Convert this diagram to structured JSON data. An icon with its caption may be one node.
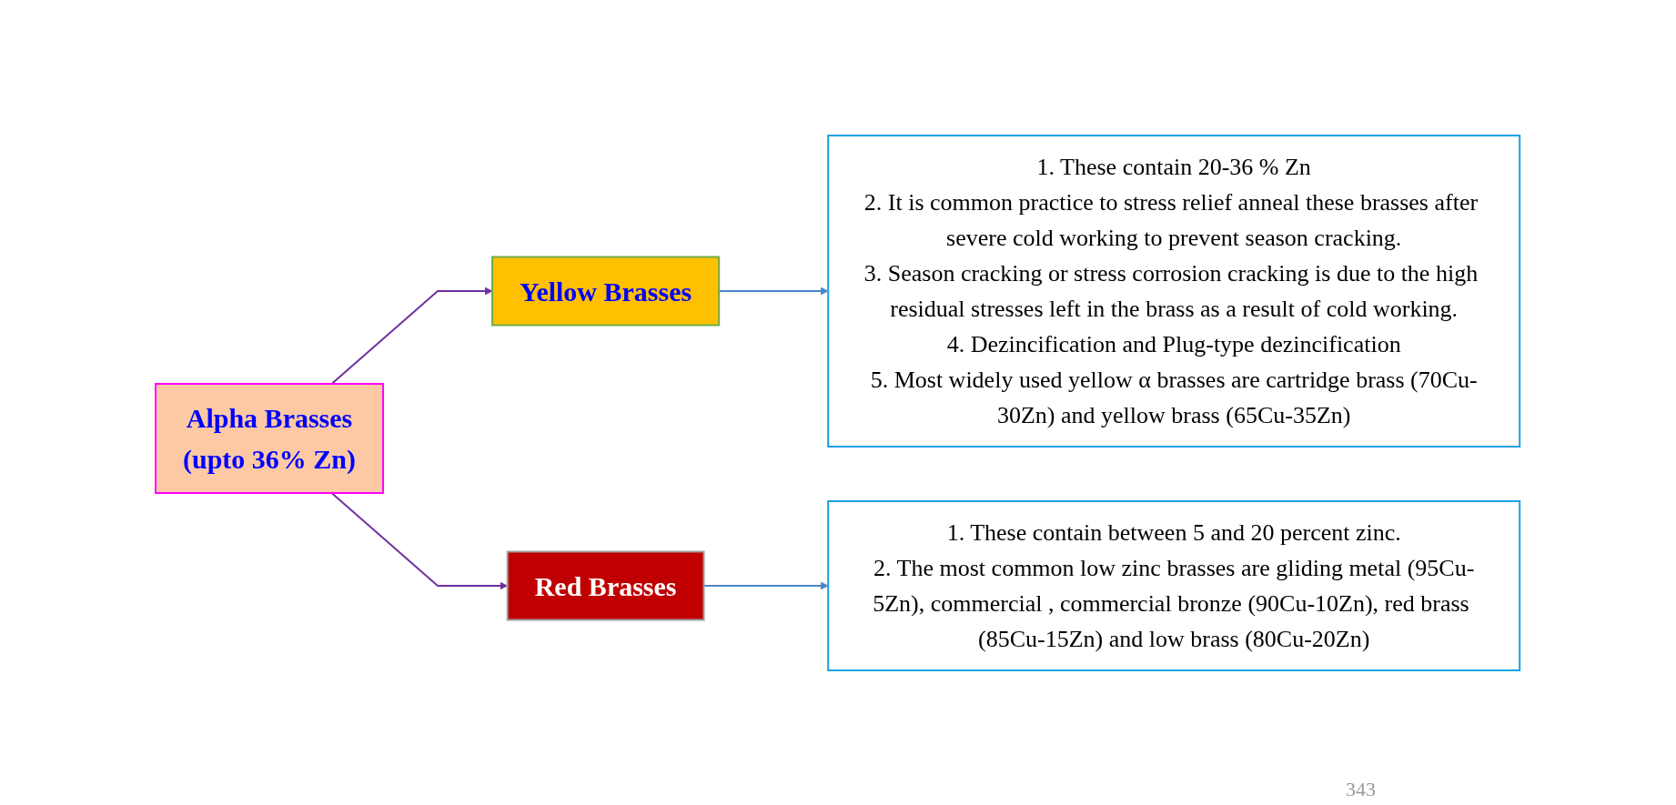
{
  "diagram": {
    "nodes": [
      {
        "text": [
          "Alpha Brasses",
          "(upto 36% Zn)"
        ]
      },
      {
        "text": [
          "Yellow Brasses"
        ]
      },
      {
        "text": [
          "Red Brasses"
        ]
      },
      {
        "text": [
          "1. These contain 20-36 % Zn",
          "2. It is common practice to stress relief anneal these brasses after severe cold working to prevent season cracking.",
          "3. Season cracking or stress corrosion cracking is due to the high residual stresses left in the brass as a result of cold working.",
          "4. Dezincification and Plug-type dezincification",
          "5. Most widely used yellow α brasses are cartridge brass (70Cu-30Zn) and yellow brass (65Cu-35Zn)"
        ]
      },
      {
        "text": [
          "1. These contain between 5 and 20 percent zinc.",
          "2. The most common low zinc brasses are gliding metal (95Cu-5Zn), commercial , commercial bronze (90Cu-10Zn), red brass (85Cu-15Zn) and low brass (80Cu-20Zn)"
        ]
      }
    ],
    "edges": [
      {
        "from": 0,
        "to": 1,
        "arrow": "to",
        "color": "#7030a0"
      },
      {
        "from": 0,
        "to": 2,
        "arrow": "to",
        "color": "#7030a0"
      },
      {
        "from": 1,
        "to": 3,
        "arrow": "to"
      },
      {
        "from": 2,
        "to": 4,
        "arrow": "to"
      }
    ],
    "labels": [
      "343"
    ]
  }
}
